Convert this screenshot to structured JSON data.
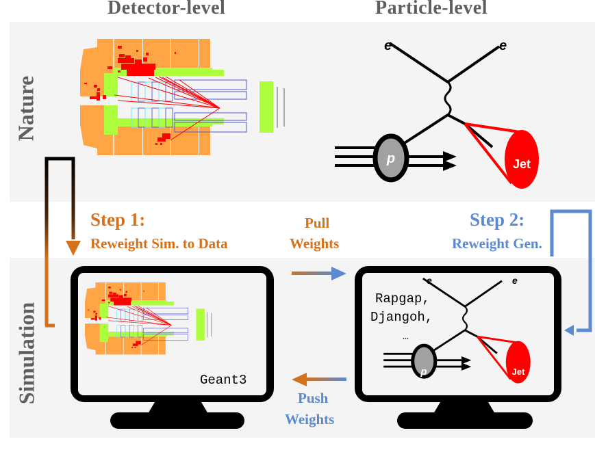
{
  "columns": {
    "detector": "Detector-level",
    "particle": "Particle-level"
  },
  "rows": {
    "nature": "Nature",
    "simulation": "Simulation"
  },
  "step1": {
    "title": "Step 1:",
    "subtitle": "Reweight Sim. to Data"
  },
  "step2": {
    "title": "Step 2:",
    "subtitle": "Reweight Gen."
  },
  "pull": {
    "line1": "Pull",
    "line2": "Weights"
  },
  "push": {
    "line1": "Push",
    "line2": "Weights"
  },
  "feynman": {
    "electron_label": "e",
    "proton_label": "p",
    "jet_label": "Jet"
  },
  "simulators": {
    "detector_sim": "Geant3",
    "generators_line1": "Rapgap,",
    "generators_line2": "Djangoh,",
    "generators_line3": "…"
  },
  "colors": {
    "orange": "#d4711c",
    "blue": "#5b8ad0",
    "band": "#f4f4f4",
    "label_grey": "#5f5f5f",
    "detector_orange": "#ffa545",
    "detector_green": "#adff3d",
    "hit_red": "#ff0000",
    "jet_red": "#ff0000",
    "proton_grey": "#a0a2a0"
  }
}
